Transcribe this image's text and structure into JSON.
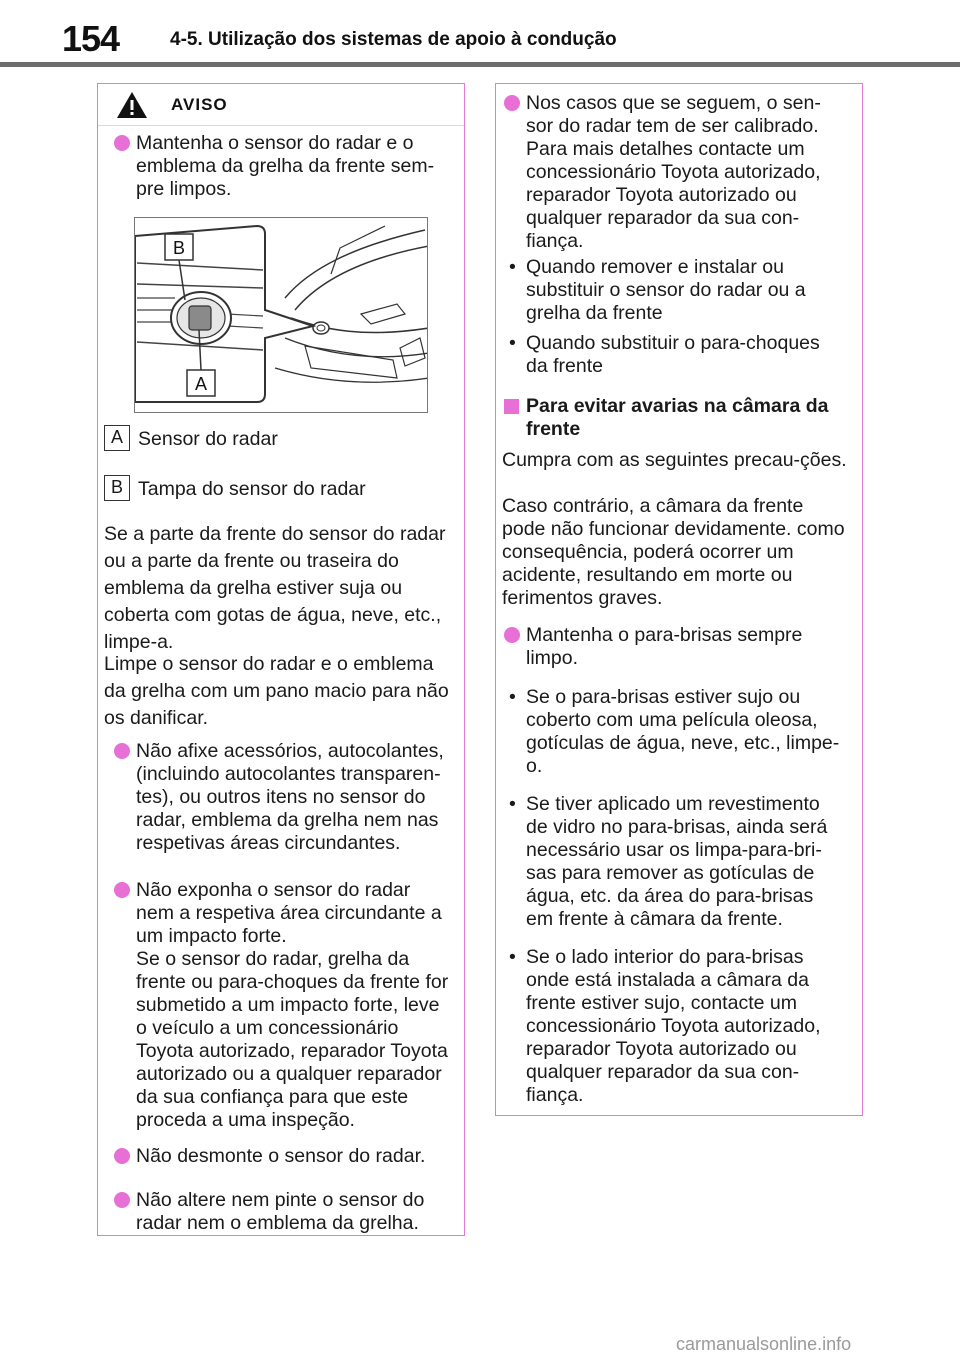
{
  "header": {
    "page_number": "154",
    "section_title": "4-5. Utilização dos sistemas de apoio à condução"
  },
  "left_box": {
    "warning_title": "AVISO",
    "bullet1": "Mantenha o sensor do radar e o emblema da grelha da frente sem-pre limpos.",
    "figure_label_b": "B",
    "figure_label_a": "A",
    "legend_a_key": "A",
    "legend_a_text": "Sensor do radar",
    "legend_b_key": "B",
    "legend_b_text": "Tampa do sensor do radar",
    "para1": "Se a parte da frente do sensor do radar ou a parte da frente ou traseira do emblema da grelha estiver suja ou coberta com gotas de água, neve, etc., limpe-a.",
    "para2": "Limpe o sensor do radar e o emblema da grelha com um pano macio para não os danificar.",
    "bullet2": "Não afixe acessórios, autocolantes, (incluindo autocolantes transparen-tes), ou outros itens no sensor do radar, emblema da grelha nem nas respetivas áreas circundantes.",
    "bullet3a": "Não exponha o sensor do radar nem a respetiva área circundante a um impacto forte.",
    "bullet3b": "Se o sensor do radar, grelha da frente ou para-choques da frente for submetido a um impacto forte, leve o veículo a um concessionário Toyota autorizado, reparador Toyota autorizado ou a qualquer reparador da sua confiança para que este proceda a uma inspeção.",
    "bullet4": "Não desmonte o sensor do radar.",
    "bullet5": "Não altere nem pinte o sensor do radar nem o emblema da grelha."
  },
  "right_box": {
    "bullet1": "Nos casos que se seguem, o sen-sor do radar tem de ser calibrado. Para mais detalhes contacte um concessionário Toyota autorizado, reparador Toyota autorizado ou qualquer reparador da sua con-fiança.",
    "dot1": "Quando remover e instalar ou substituir o sensor do radar ou a grelha da frente",
    "dot2": "Quando substituir o para-choques da frente",
    "heading": "Para evitar avarias na câmara da frente",
    "para1": "Cumpra com as seguintes precau-ções.",
    "para2": "Caso contrário, a câmara da frente pode não funcionar devidamente. como consequência, poderá ocorrer um acidente, resultando em morte ou ferimentos graves.",
    "bullet2": "Mantenha o para-brisas sempre limpo.",
    "dot3": "Se o para-brisas estiver sujo ou coberto com uma película oleosa, gotículas de água, neve, etc., limpe-o.",
    "dot4": "Se tiver aplicado um revestimento de vidro no para-brisas, ainda será necessário usar os limpa-para-bri-sas para remover as gotículas de água, etc. da área do para-brisas em frente à câmara da frente.",
    "dot5": "Se o lado interior do para-brisas onde está instalada a câmara da frente estiver sujo, contacte um concessionário Toyota autorizado, reparador Toyota autorizado ou qualquer reparador da sua con-fiança.",
    "dot_char": "•"
  },
  "watermark": "carmanualsonline.info",
  "colors": {
    "accent": "#e86fd6",
    "box_border": "#e37ad6",
    "header_rule": "#6e6e6e"
  }
}
